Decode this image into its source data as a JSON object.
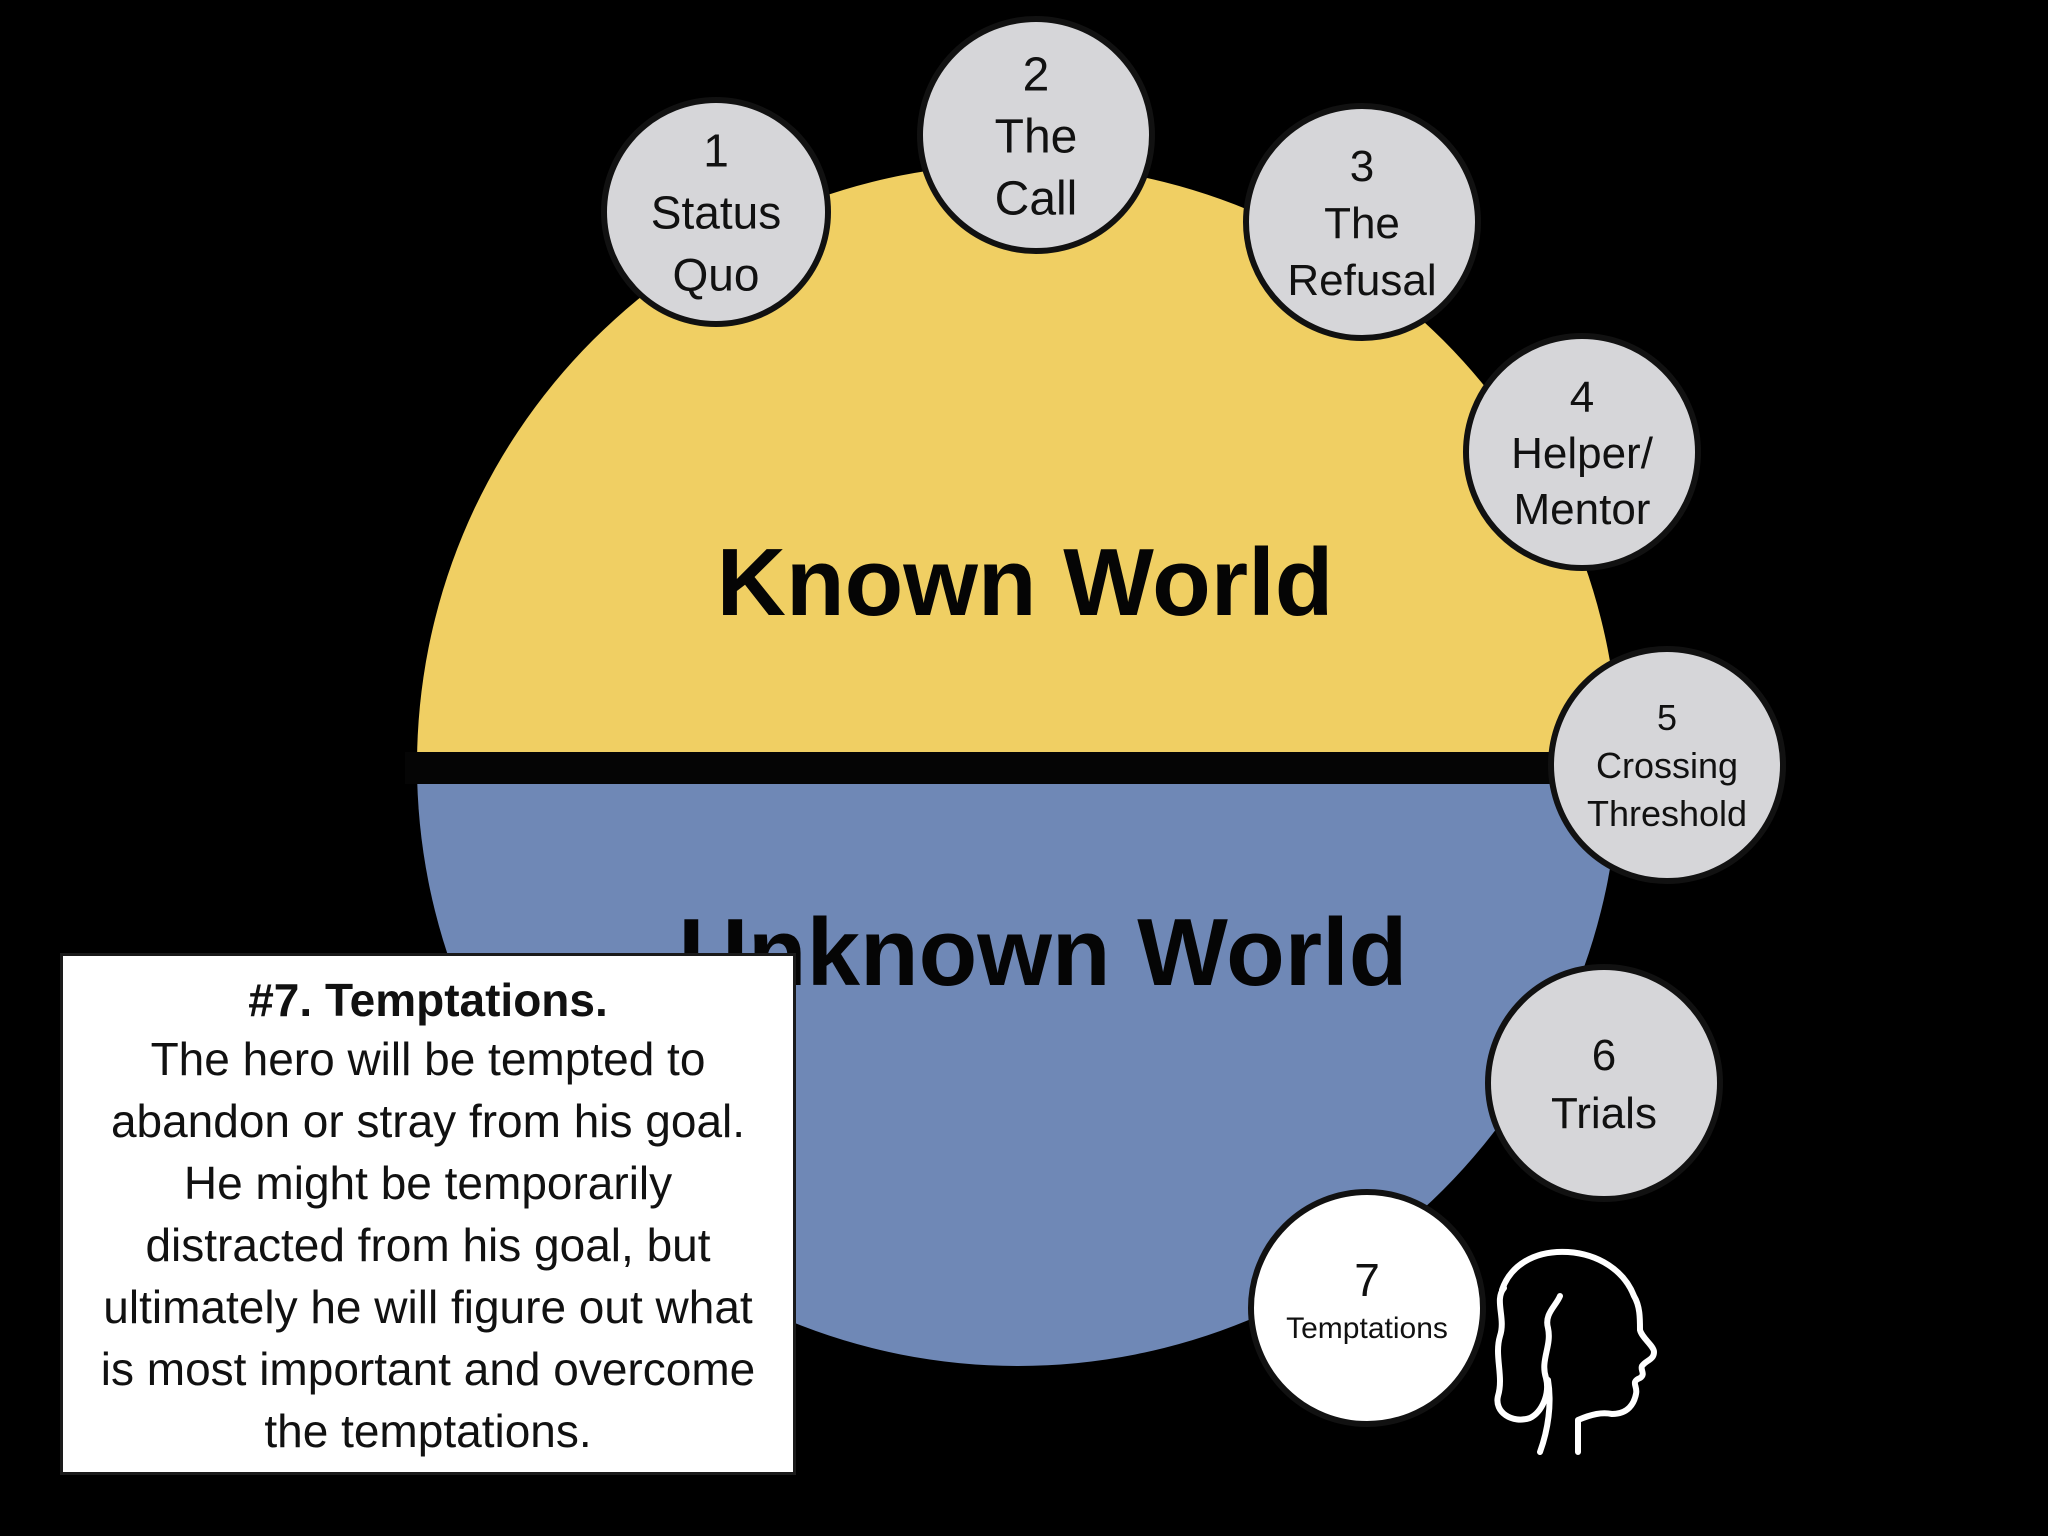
{
  "diagram": {
    "known_label": "Known World",
    "unknown_label": "Unknown World",
    "colors": {
      "known": "#f0cf63",
      "unknown": "#6f88b6",
      "divider": "#050505",
      "step_fill": "#d6d6d9",
      "step_active_fill": "#ffffff",
      "background": "#000000"
    },
    "steps": [
      {
        "number": "1",
        "lines": [
          "Status",
          "Quo"
        ],
        "active": false
      },
      {
        "number": "2",
        "lines": [
          "The",
          "Call"
        ],
        "active": false
      },
      {
        "number": "3",
        "lines": [
          "The",
          "Refusal"
        ],
        "active": false
      },
      {
        "number": "4",
        "lines": [
          "Helper/",
          "Mentor"
        ],
        "active": false
      },
      {
        "number": "5",
        "lines": [
          "Crossing",
          "Threshold"
        ],
        "active": false
      },
      {
        "number": "6",
        "lines": [
          "Trials"
        ],
        "active": false
      },
      {
        "number": "7",
        "lines": [
          "Temptations"
        ],
        "active": true
      }
    ]
  },
  "info": {
    "title": "#7. Temptations.",
    "body": "The hero will be tempted to abandon or stray from his goal. He might be temporarily distracted from his goal, but ultimately he will figure out what is most important and overcome the temptations."
  },
  "icons": {
    "profile": "female-head-profile-icon"
  }
}
